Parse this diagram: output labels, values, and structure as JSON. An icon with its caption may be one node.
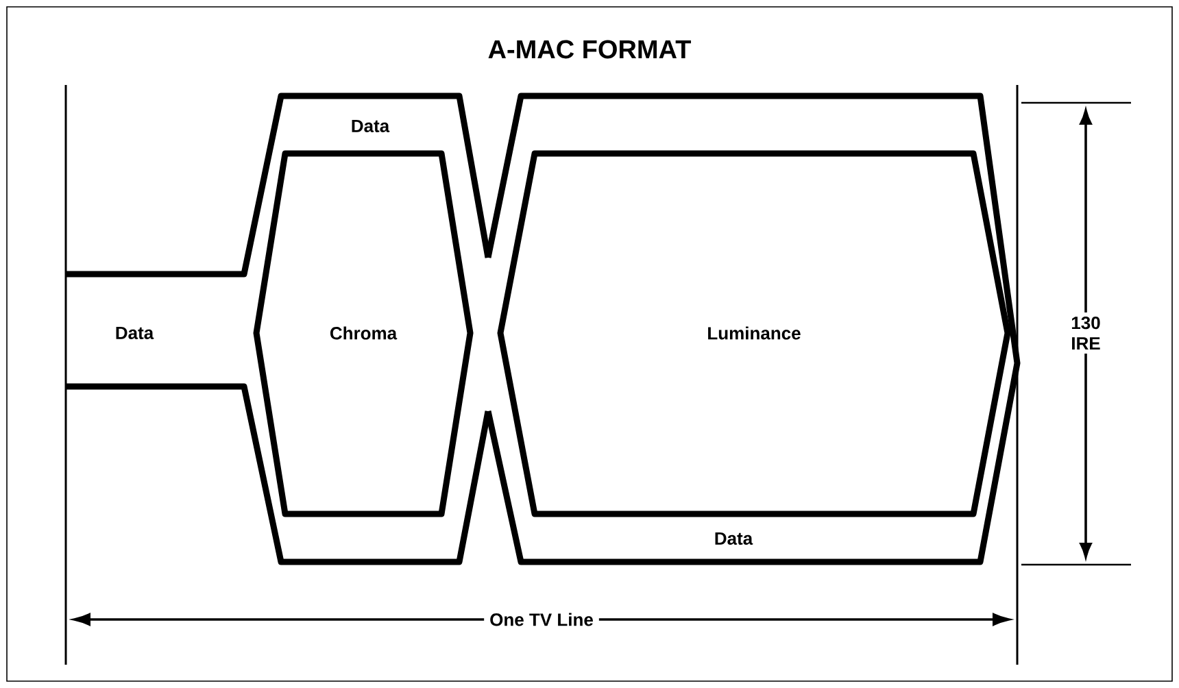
{
  "diagram": {
    "title": "A-MAC FORMAT",
    "nodes": [
      {
        "text": [
          "Data"
        ]
      },
      {
        "text": [
          "Chroma"
        ],
        "in": 0
      },
      {
        "text": [
          "Data"
        ]
      },
      {
        "text": [
          "Luminance"
        ],
        "in": 2
      }
    ],
    "labels": [
      "Data",
      "130 IRE",
      "One TV Line"
    ]
  }
}
